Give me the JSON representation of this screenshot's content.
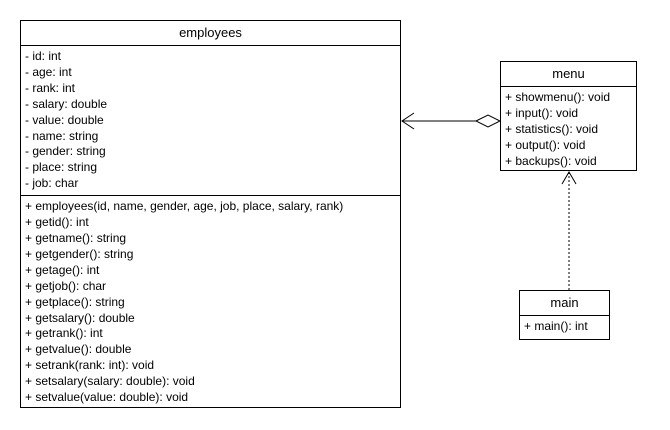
{
  "diagram": {
    "classes": {
      "employees": {
        "name": "employees",
        "attributes": [
          "- id: int",
          "- age: int",
          "- rank: int",
          "- salary: double",
          "- value: double",
          "- name: string",
          "- gender: string",
          "- place: string",
          "- job: char"
        ],
        "operations": [
          "+ employees(id, name, gender, age, job, place, salary, rank)",
          "+ getid(): int",
          "+ getname(): string",
          "+ getgender(): string",
          "+ getage(): int",
          "+ getjob(): char",
          "+ getplace(): string",
          "+ getsalary(): double",
          "+ getrank(): int",
          "+ getvalue(): double",
          "+ setrank(rank: int): void",
          "+ setsalary(salary: double): void",
          "+ setvalue(value: double): void"
        ]
      },
      "menu": {
        "name": "menu",
        "operations": [
          "+ showmenu(): void",
          "+ input(): void",
          "+ statistics(): void",
          "+ output(): void",
          "+ backups(): void"
        ]
      },
      "main": {
        "name": "main",
        "operations": [
          "+ main(): int"
        ]
      }
    },
    "relations": [
      {
        "type": "aggregation",
        "from": "menu",
        "to": "employees"
      },
      {
        "type": "dependency",
        "from": "main",
        "to": "menu"
      }
    ]
  }
}
